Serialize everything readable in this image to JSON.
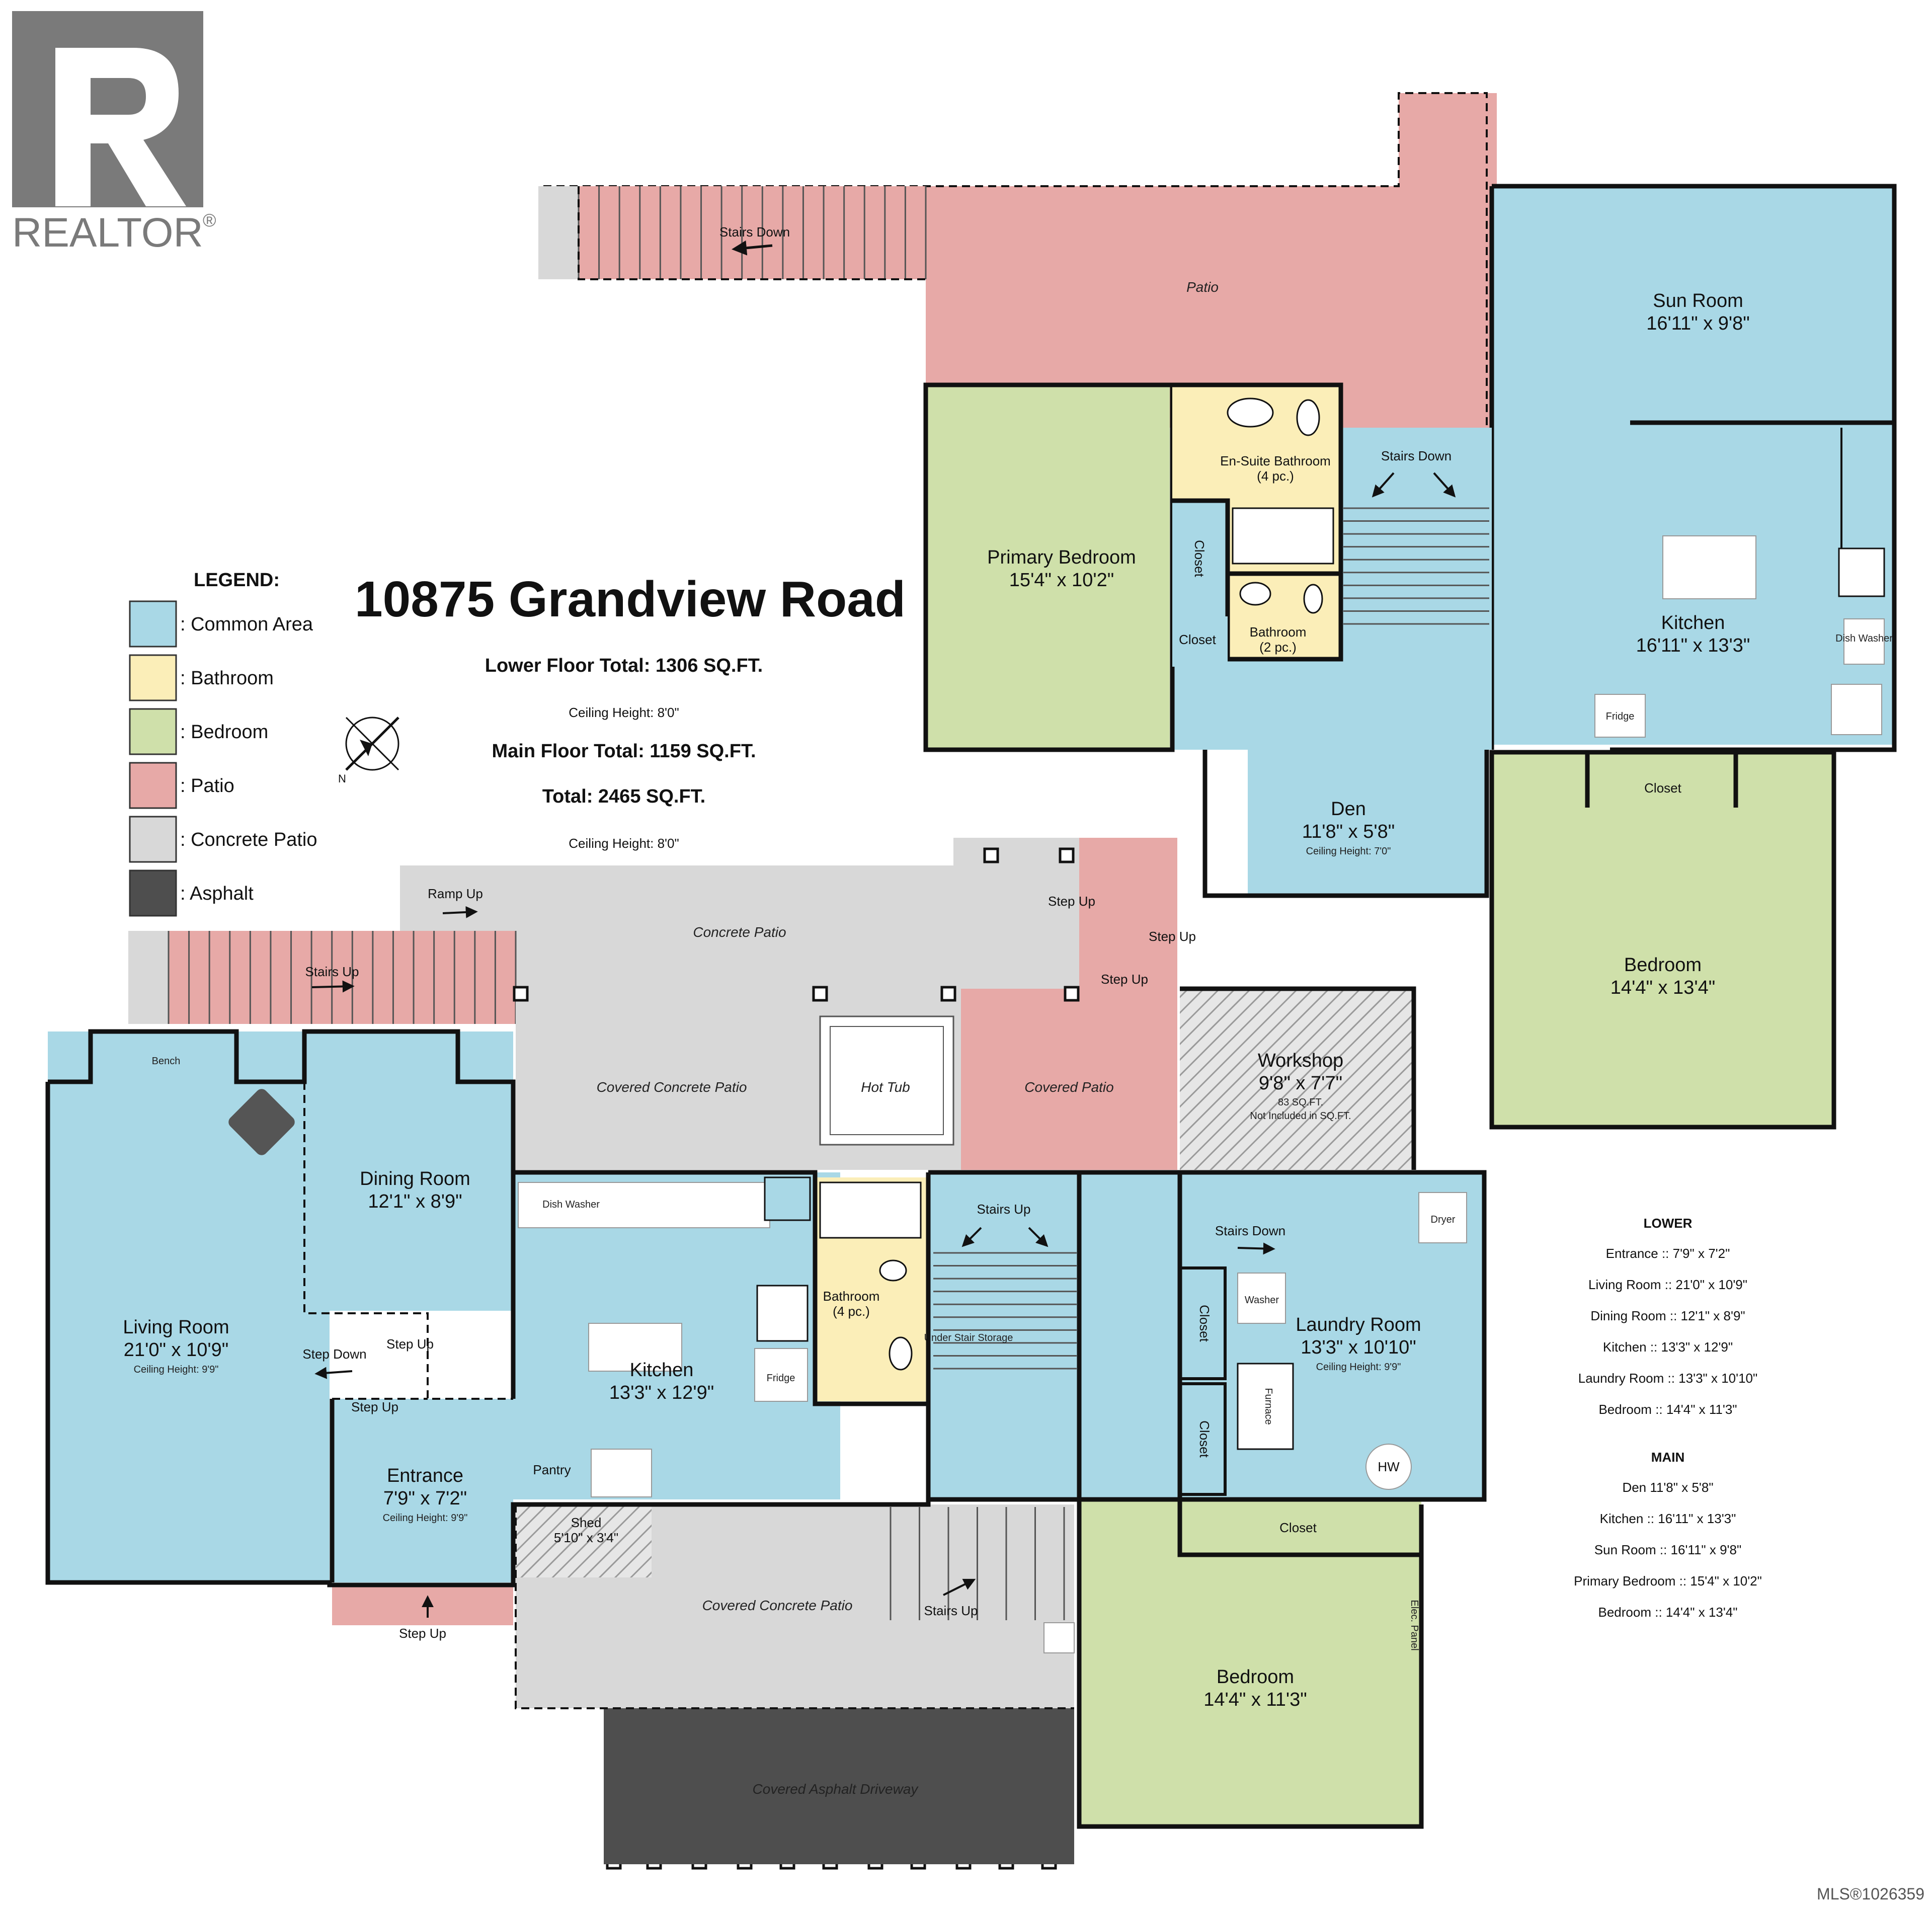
{
  "brand": {
    "name": "REALTOR",
    "registered_mark": "®",
    "mls_number": "MLS®1026359"
  },
  "header": {
    "title": "10875 Grandview Road",
    "lower_floor_total": "Lower Floor Total: 1306 SQ.FT.",
    "lower_ceiling": "Ceiling Height: 8'0\"",
    "main_floor_total": "Main Floor Total: 1159 SQ.FT.",
    "grand_total": "Total: 2465 SQ.FT.",
    "main_ceiling": "Ceiling Height: 8'0\"",
    "compass_label": "N"
  },
  "legend": {
    "title": "LEGEND:",
    "items": [
      {
        "label": ": Common Area",
        "color": "#a9d8e6"
      },
      {
        "label": ": Bathroom",
        "color": "#fbeeb8"
      },
      {
        "label": ": Bedroom",
        "color": "#cfe0aa"
      },
      {
        "label": ": Patio",
        "color": "#e7a9a7"
      },
      {
        "label": ": Concrete Patio",
        "color": "#d8d8d8"
      },
      {
        "label": ": Asphalt",
        "color": "#4e4e4e"
      }
    ]
  },
  "main_floor": {
    "sun_room": {
      "name": "Sun Room",
      "dims": "16'11\" x 9'8\""
    },
    "kitchen": {
      "name": "Kitchen",
      "dims": "16'11\" x 13'3\""
    },
    "primary_bedroom": {
      "name": "Primary Bedroom",
      "dims": "15'4\" x 10'2\""
    },
    "ensuite": {
      "name": "En-Suite Bathroom",
      "pc": "(4 pc.)"
    },
    "bathroom2": {
      "name": "Bathroom",
      "pc": "(2 pc.)"
    },
    "den": {
      "name": "Den",
      "dims": "11'8\" x 5'8\"",
      "ceiling": "Ceiling Height: 7'0\""
    },
    "bedroom": {
      "name": "Bedroom",
      "dims": "14'4\" x 13'4\""
    },
    "closet_a": "Closet",
    "closet_b": "Closet",
    "closet_c": "Closet",
    "patio": "Patio",
    "stairs_down_a": "Stairs Down",
    "stairs_down_b": "Stairs Down",
    "dishwasher": "Dish Washer",
    "fridge": "Fridge"
  },
  "lower_floor": {
    "living_room": {
      "name": "Living Room",
      "dims": "21'0\" x 10'9\"",
      "ceiling": "Ceiling Height: 9'9\""
    },
    "dining_room": {
      "name": "Dining Room",
      "dims": "12'1\" x 8'9\""
    },
    "kitchen": {
      "name": "Kitchen",
      "dims": "13'3\" x 12'9\""
    },
    "entrance": {
      "name": "Entrance",
      "dims": "7'9\" x 7'2\"",
      "ceiling": "Ceiling Height: 9'9\""
    },
    "bathroom": {
      "name": "Bathroom",
      "pc": "(4 pc.)"
    },
    "laundry": {
      "name": "Laundry Room",
      "dims": "13'3\" x 10'10\"",
      "ceiling": "Ceiling Height: 9'9\""
    },
    "workshop": {
      "name": "Workshop",
      "dims": "9'8\" x 7'7\"",
      "sqft": "83 SQ.FT.",
      "note": "Not Included in SQ.FT."
    },
    "bedroom": {
      "name": "Bedroom",
      "dims": "14'4\" x 11'3\""
    },
    "shed": {
      "name": "Shed",
      "dims": "5'10\" x 3'4\""
    },
    "hot_tub": "Hot Tub",
    "covered_concrete_patio": "Covered Concrete Patio",
    "covered_concrete_patio_2": "Covered Concrete Patio",
    "covered_patio": "Covered Patio",
    "concrete_patio": "Concrete Patio",
    "covered_asphalt_driveway": "Covered Asphalt Driveway",
    "pantry": "Pantry",
    "closet_a": "Closet",
    "closet_b": "Closet",
    "closet_c": "Closet",
    "bench": "Bench",
    "ramp_up": "Ramp Up",
    "stairs_up_a": "Stairs Up",
    "stairs_up_b": "Stairs Up",
    "stairs_up_c": "Stairs Up",
    "stairs_down": "Stairs Down",
    "step_up_a": "Step Up",
    "step_up_b": "Step Up",
    "step_up_c": "Step Up",
    "step_up_d": "Step Up",
    "step_up_e": "Step Up",
    "step_down": "Step Down",
    "under_stair": "Under Stair Storage",
    "dishwasher": "Dish Washer",
    "fridge": "Fridge",
    "dryer": "Dryer",
    "washer": "Washer",
    "furnace": "Furnace",
    "hw": "HW",
    "elec_panel": "Elec. Panel"
  },
  "summary": {
    "lower_title": "LOWER",
    "lower_items": [
      "Entrance :: 7'9\" x 7'2\"",
      "Living Room :: 21'0\" x 10'9\"",
      "Dining Room :: 12'1\" x 8'9\"",
      "Kitchen :: 13'3\" x 12'9\"",
      "Laundry Room :: 13'3\" x 10'10\"",
      "Bedroom :: 14'4\" x 11'3\""
    ],
    "main_title": "MAIN",
    "main_items": [
      "Den 11'8\" x 5'8\"",
      "Kitchen :: 16'11\" x 13'3\"",
      "Sun Room :: 16'11\" x 9'8\"",
      "Primary Bedroom :: 15'4\" x 10'2\"",
      "Bedroom :: 14'4\" x 13'4\""
    ]
  }
}
